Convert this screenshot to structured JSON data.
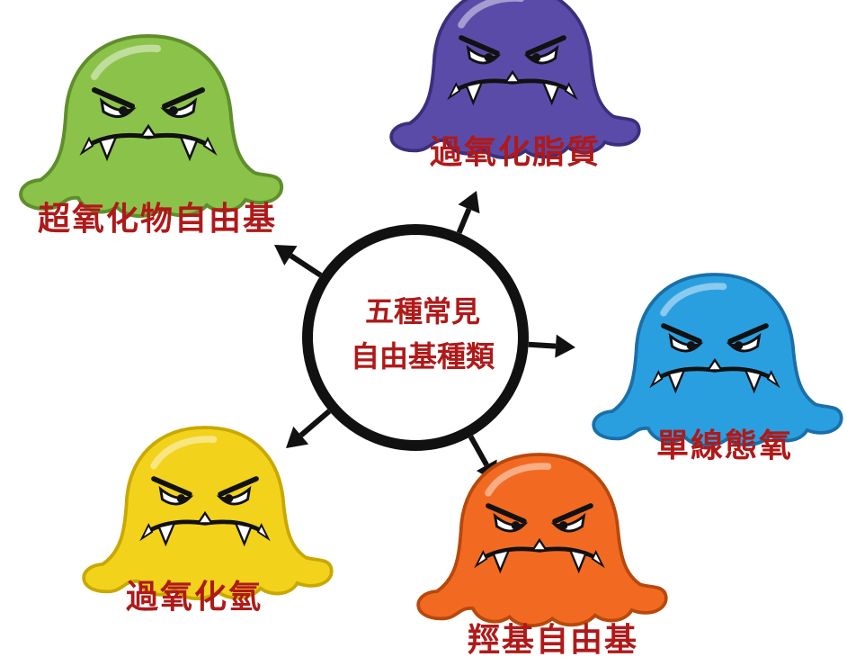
{
  "center": {
    "line1": "五種常見",
    "line2": "自由基種類"
  },
  "radicals": [
    {
      "label": "超氧化物自由基",
      "color": "#8bc34a",
      "dark": "#5f8e2c"
    },
    {
      "label": "過氧化脂質",
      "color": "#5b4ba8",
      "dark": "#3b2f7d"
    },
    {
      "label": "單線態氧",
      "color": "#2a9fe0",
      "dark": "#1a6fa8"
    },
    {
      "label": "羥基自由基",
      "color": "#f26a21",
      "dark": "#b8480c"
    },
    {
      "label": "過氧化氫",
      "color": "#f2d21b",
      "dark": "#c9a800"
    }
  ]
}
